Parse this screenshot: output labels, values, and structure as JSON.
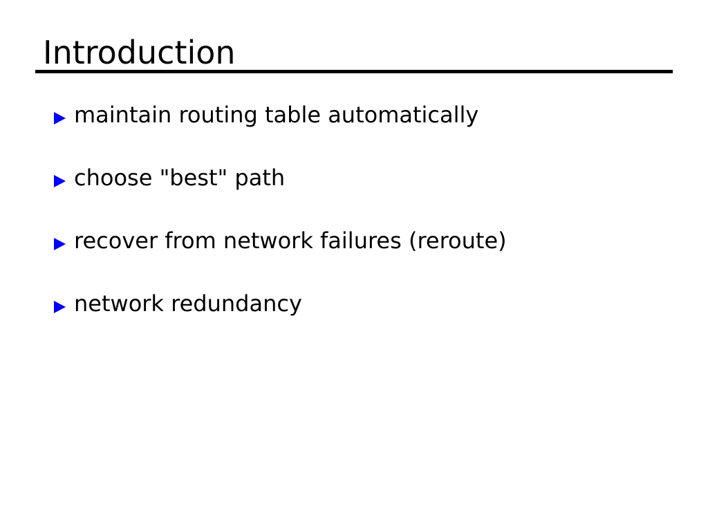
{
  "slide": {
    "title": "Introduction",
    "title_color": "#000000",
    "background_color": "#ffffff",
    "rule_color": "#000000",
    "bullet_marker_color": "#0000ff",
    "bullet_marker_icon": "triangle-right-icon",
    "bullets": [
      {
        "text": "maintain routing table automatically"
      },
      {
        "text": "choose \"best\" path"
      },
      {
        "text": "recover from network failures (reroute)"
      },
      {
        "text": "network redundancy"
      }
    ]
  }
}
